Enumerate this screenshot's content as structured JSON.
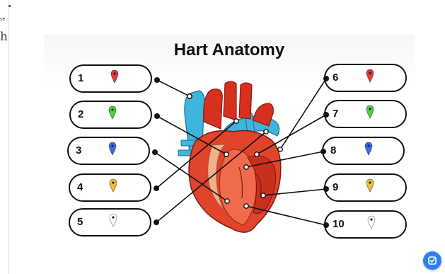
{
  "title": "Hart Anatomy",
  "edge": {
    "small_text": "se",
    "big_text": "h"
  },
  "labels_left": [
    {
      "number": "1",
      "pin_color": "#e53935",
      "pin_icon": "map-pin-icon"
    },
    {
      "number": "2",
      "pin_color": "#43d63a",
      "pin_icon": "map-pin-icon"
    },
    {
      "number": "3",
      "pin_color": "#2f6ff0",
      "pin_icon": "map-pin-icon"
    },
    {
      "number": "4",
      "pin_color": "#f2c12e",
      "pin_icon": "map-pin-icon"
    },
    {
      "number": "5",
      "pin_color": "#ffffff",
      "pin_icon": "map-pin-icon"
    }
  ],
  "labels_right": [
    {
      "number": "6",
      "pin_color": "#e53935",
      "pin_icon": "map-pin-icon"
    },
    {
      "number": "7",
      "pin_color": "#43d63a",
      "pin_icon": "map-pin-icon"
    },
    {
      "number": "8",
      "pin_color": "#2f6ff0",
      "pin_icon": "map-pin-icon"
    },
    {
      "number": "9",
      "pin_color": "#f2c12e",
      "pin_icon": "map-pin-icon"
    },
    {
      "number": "10",
      "pin_color": "#ffffff",
      "pin_icon": "map-pin-icon"
    }
  ],
  "fab": {
    "icon": "edit-check-icon",
    "color": "#2f80ed"
  }
}
